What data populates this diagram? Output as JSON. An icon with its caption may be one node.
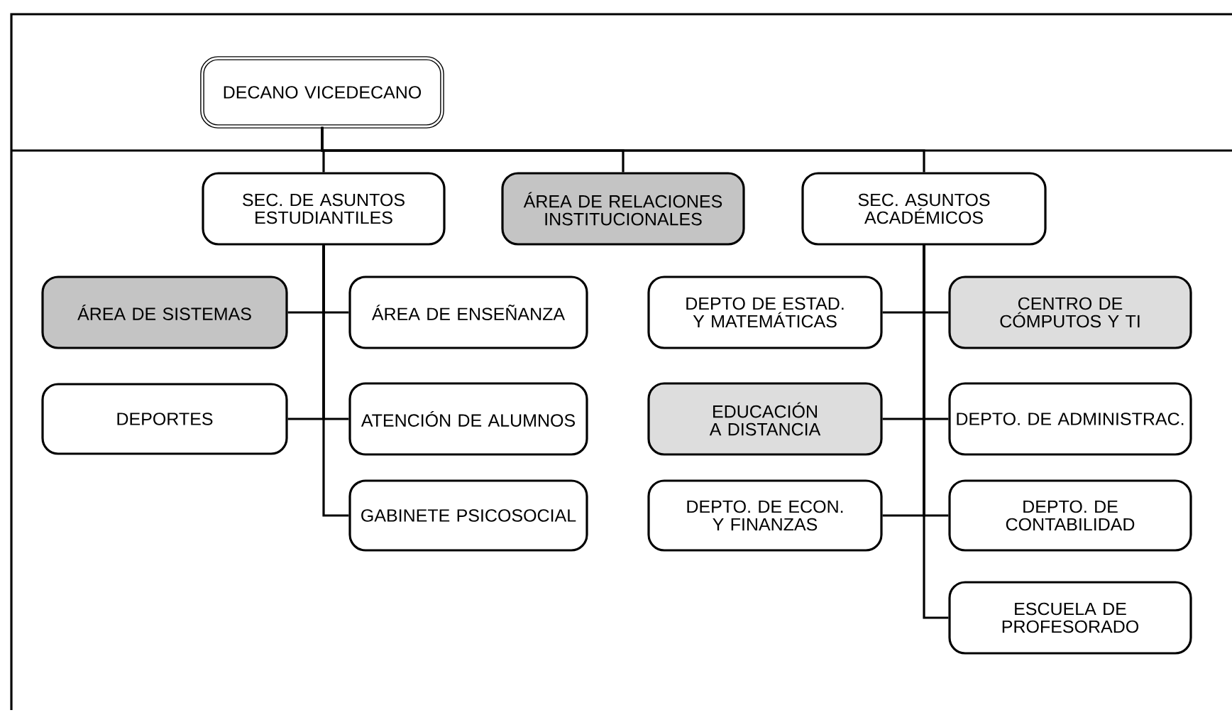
{
  "diagram": {
    "nodes": [
      {
        "text": [
          "DECANO VICEDECANO"
        ]
      },
      {
        "text": [
          "SEC. DE ASUNTOS ESTUDIANTILES"
        ]
      },
      {
        "text": [
          "ÁREA DE RELACIONES INSTITUCIONALES"
        ]
      },
      {
        "text": [
          "SEC. ASUNTOS ACADÉMICOS"
        ]
      },
      {
        "text": [
          "ÁREA DE SISTEMAS"
        ]
      },
      {
        "text": [
          "ÁREA DE ENSEÑANZA"
        ]
      },
      {
        "text": [
          "DEPORTES"
        ]
      },
      {
        "text": [
          "ATENCIÓN DE ALUMNOS"
        ]
      },
      {
        "text": [
          "GABINETE PSICOSOCIAL"
        ]
      },
      {
        "text": [
          "DEPTO DE ESTAD. Y MATEMÁTICAS"
        ]
      },
      {
        "text": [
          "CENTRO DE CÓMPUTOS Y TI"
        ]
      },
      {
        "text": [
          "EDUCACIÓN A DISTANCIA"
        ]
      },
      {
        "text": [
          "DEPTO. DE ADMINISTRAC."
        ]
      },
      {
        "text": [
          "DEPTO. DE ECON. Y FINANZAS"
        ]
      },
      {
        "text": [
          "DEPTO. DE CONTABILIDAD"
        ]
      },
      {
        "text": [
          "ESCUELA DE PROFESORADO"
        ]
      }
    ],
    "edges": [
      {
        "from": 0,
        "to": 1,
        "arrow": "none"
      },
      {
        "from": 0,
        "to": 2,
        "arrow": "none"
      },
      {
        "from": 0,
        "to": 3,
        "arrow": "none"
      },
      {
        "from": 1,
        "to": 4,
        "arrow": "none"
      },
      {
        "from": 1,
        "to": 5,
        "arrow": "none"
      },
      {
        "from": 1,
        "to": 6,
        "arrow": "none"
      },
      {
        "from": 1,
        "to": 7,
        "arrow": "none"
      },
      {
        "from": 1,
        "to": 8,
        "arrow": "none"
      },
      {
        "from": 3,
        "to": 9,
        "arrow": "none"
      },
      {
        "from": 3,
        "to": 10,
        "arrow": "none"
      },
      {
        "from": 3,
        "to": 11,
        "arrow": "none"
      },
      {
        "from": 3,
        "to": 12,
        "arrow": "none"
      },
      {
        "from": 3,
        "to": 13,
        "arrow": "none"
      },
      {
        "from": 3,
        "to": 14,
        "arrow": "none"
      },
      {
        "from": 3,
        "to": 15,
        "arrow": "none"
      }
    ]
  }
}
